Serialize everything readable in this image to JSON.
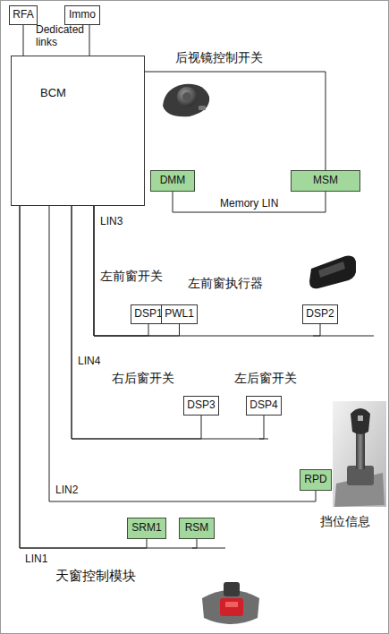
{
  "diagram": {
    "nodes": [
      {
        "text": [
          "RFA"
        ]
      },
      {
        "text": [
          "Immo"
        ]
      },
      {
        "text": [
          "BCM"
        ]
      },
      {
        "text": [
          "DMM"
        ]
      },
      {
        "text": [
          "MSM"
        ]
      },
      {
        "text": [
          "DSP1"
        ]
      },
      {
        "text": [
          "PWL1"
        ]
      },
      {
        "text": [
          "DSP2"
        ]
      },
      {
        "text": [
          "DSP3"
        ]
      },
      {
        "text": [
          "DSP4"
        ]
      },
      {
        "text": [
          "RPD"
        ]
      },
      {
        "text": [
          "SRM1"
        ]
      },
      {
        "text": [
          "RSM"
        ]
      }
    ],
    "edges": [
      {
        "from": 0,
        "to": 2,
        "arrow": "none"
      },
      {
        "from": 1,
        "to": 2,
        "arrow": "none"
      },
      {
        "from": 2,
        "to": 4,
        "arrow": "none"
      },
      {
        "from": 3,
        "to": 4,
        "label": "Memory LIN",
        "arrow": "none"
      },
      {
        "from": 2,
        "to": 5,
        "arrow": "none"
      },
      {
        "from": 2,
        "to": 6,
        "arrow": "none"
      },
      {
        "from": 2,
        "to": 7,
        "arrow": "none"
      },
      {
        "from": 2,
        "to": 8,
        "arrow": "none"
      },
      {
        "from": 2,
        "to": 9,
        "arrow": "none"
      },
      {
        "from": 2,
        "to": 10,
        "arrow": "none"
      },
      {
        "from": 2,
        "to": 11,
        "arrow": "none"
      },
      {
        "from": 2,
        "to": 12,
        "arrow": "none"
      }
    ],
    "labels": [
      "Dedicated links",
      "后视镜控制开关",
      "LIN3",
      "左前窗开关",
      "左前窗执行器",
      "LIN4",
      "右后窗开关",
      "左后窗开关",
      "LIN2",
      "挡位信息",
      "LIN1",
      "天窗控制模块"
    ]
  }
}
